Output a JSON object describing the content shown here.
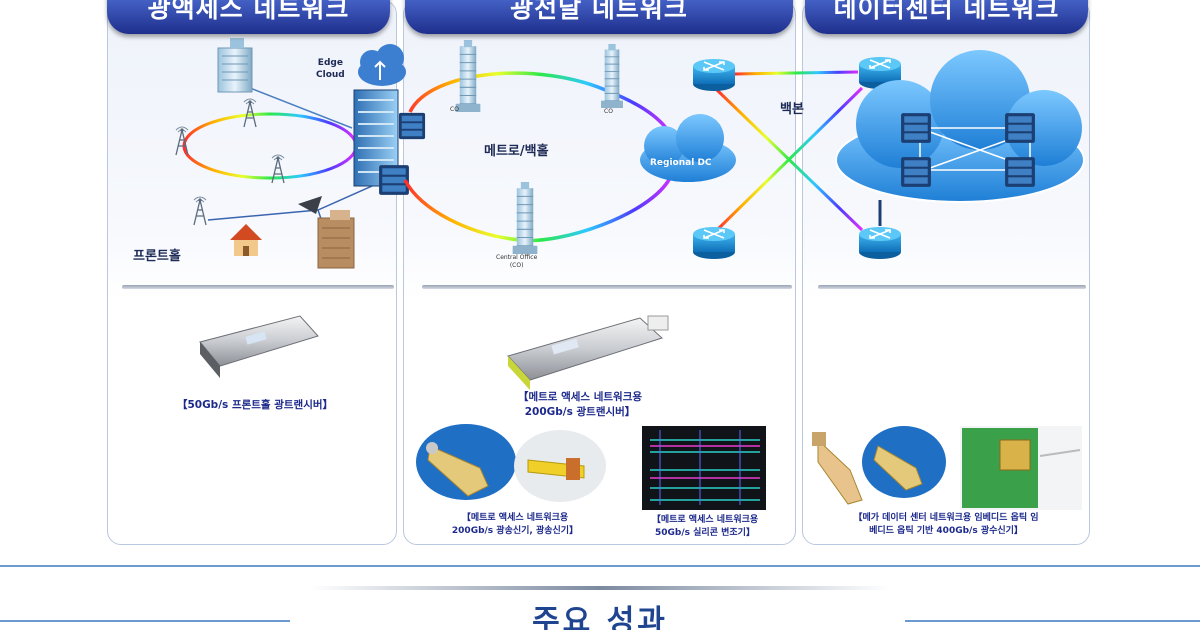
{
  "sections": {
    "access": {
      "title": "광액세스 네트워크",
      "edge_cloud_line1": "Edge",
      "edge_cloud_line2": "Cloud",
      "fronthaul": "프론트홀",
      "caption": "【50Gb/s 프론트홀 광트랜시버】"
    },
    "transport": {
      "title": "광전달 네트워크",
      "metro": "메트로/백홀",
      "co_left": "CO",
      "co_right": "CO",
      "central_office_line1": "Central Office",
      "central_office_line2": "(CO)",
      "regional_dc": "Regional DC",
      "caption_main_line1": "【메트로 액세스 네트워크용",
      "caption_main_line2": "200Gb/s 광트랜시버】",
      "caption_left_line1": "【메트로 액세스 네트워크용",
      "caption_left_line2": "200Gb/s 광송신기, 광송신기】",
      "caption_right_line1": "【메트로 액세스 네트워크용",
      "caption_right_line2": "50Gb/s 실리콘 변조기】"
    },
    "datacenter": {
      "title": "데이터센터 네트워크",
      "backbone": "백본",
      "caption_line1": "【메가 데이터 센터 네트워크용 임베디드 옵틱 임",
      "caption_line2": "베디드 옵틱 기반 400Gb/s 광수신기】"
    }
  },
  "footer": {
    "title": "주요 성과"
  },
  "colors": {
    "tab_top": "#4f6fd6",
    "tab_bottom": "#1e2f8c",
    "caption_text": "#1d2a8c",
    "footer_text": "#1f4590",
    "cloud_blue": "#2a8fdc"
  },
  "icons": [
    "building-icon",
    "cell-tower-icon",
    "server-rack-icon",
    "cloud-icon",
    "router-icon",
    "house-icon",
    "transceiver-module-icon",
    "chip-icon"
  ]
}
